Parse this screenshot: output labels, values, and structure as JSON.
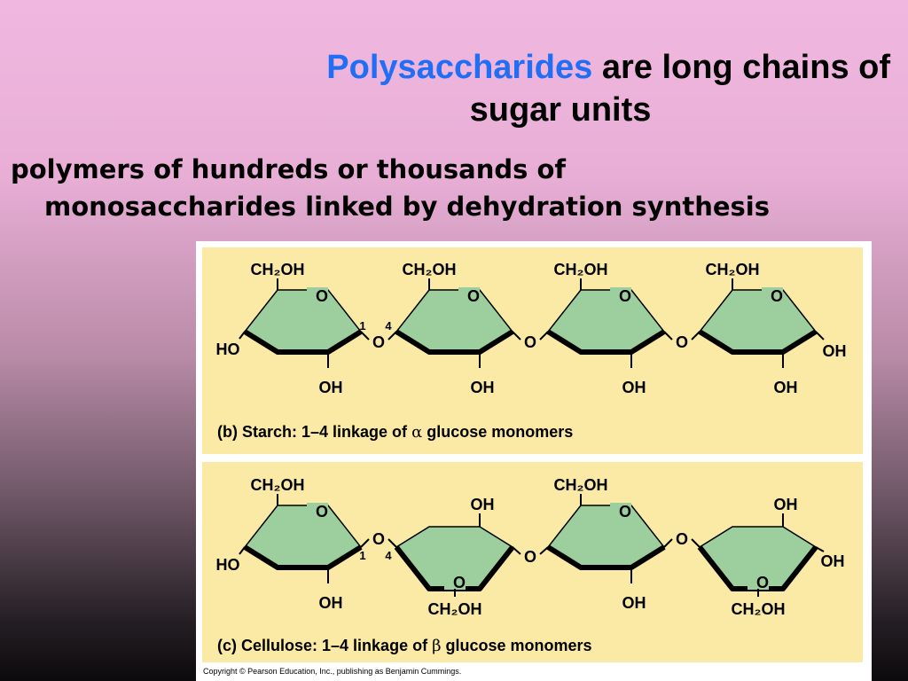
{
  "title": {
    "highlight": "Polysaccharides",
    "rest": "are long chains of",
    "line2": "sugar units"
  },
  "subtitle": {
    "line1": "polymers of hundreds or thousands of",
    "line2": "monosaccharides linked by dehydration synthesis"
  },
  "figure": {
    "panel_colors": {
      "background": "#faeaa5",
      "ring_fill": "#9dcf9e"
    },
    "starch": {
      "caption_prefix": "(b) Starch: 1–4 linkage of ",
      "caption_symbol": "α",
      "caption_suffix": " glucose monomers",
      "labels": {
        "ch2oh": "CH₂OH",
        "ring_o": "O",
        "bridge_o": "O",
        "ho": "HO",
        "oh": "OH",
        "carbon_1": "1",
        "carbon_4": "4"
      }
    },
    "cellulose": {
      "caption_prefix": "(c) Cellulose: 1–4 linkage of ",
      "caption_symbol": "β",
      "caption_suffix": " glucose monomers",
      "labels": {
        "ch2oh": "CH₂OH",
        "ring_o": "O",
        "bridge_o": "O",
        "ho": "HO",
        "oh": "OH",
        "carbon_1": "1",
        "carbon_4": "4"
      }
    },
    "copyright": "Copyright © Pearson Education, Inc., publishing as Benjamin Cummings."
  }
}
